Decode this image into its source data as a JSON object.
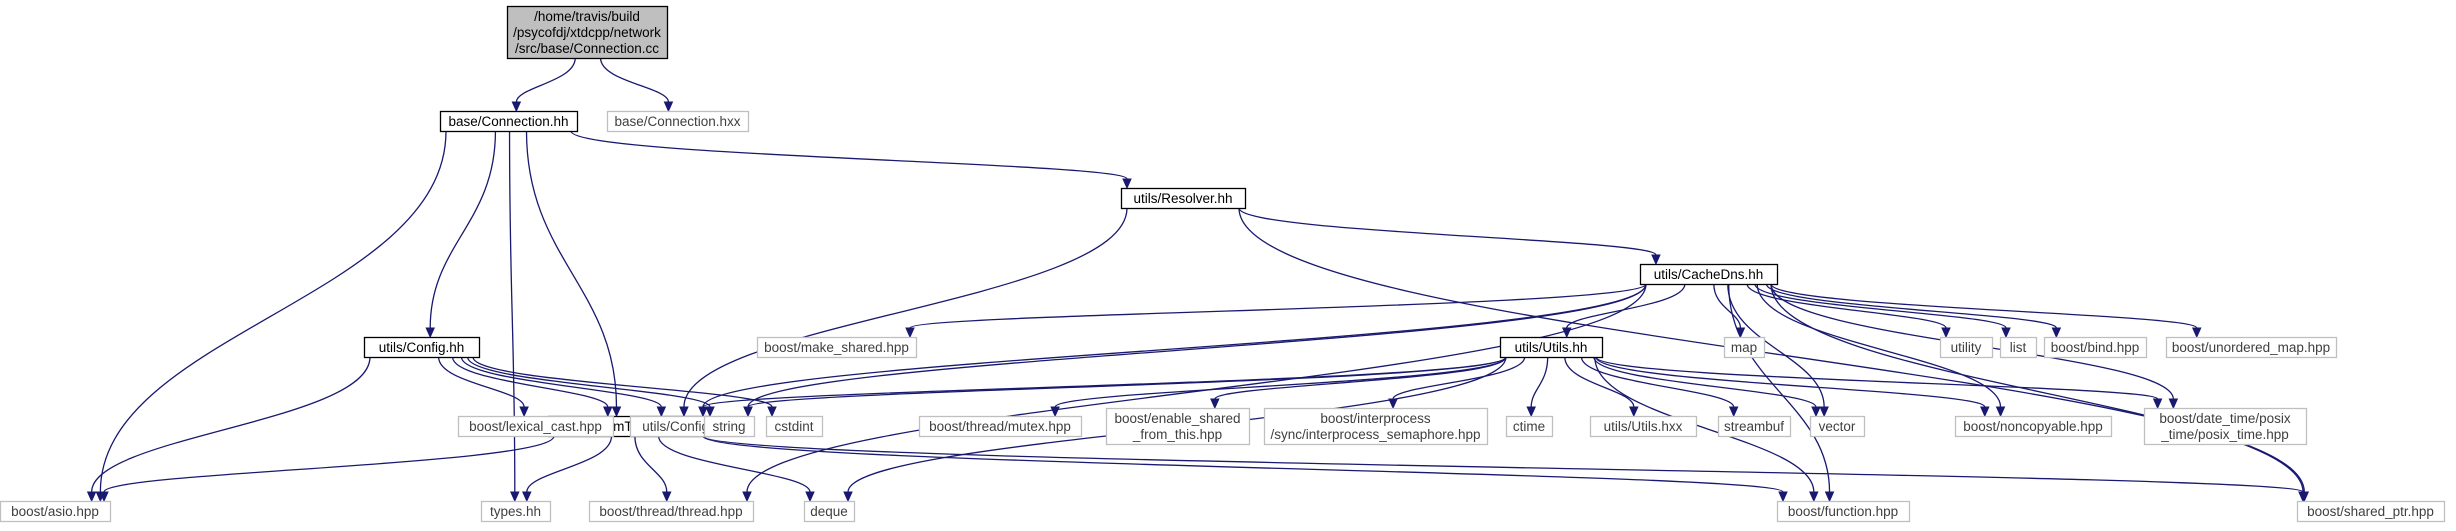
{
  "colors": {
    "edge": "#191970",
    "root_fill": "#bfbfbf",
    "external_border": "#bfbfbf",
    "documented_border": "#000000"
  },
  "nodes": [
    {
      "id": "root",
      "lines": [
        "/home/travis/build",
        "/psycofdj/xtdcpp/network",
        "/src/base/Connection.cc"
      ],
      "kind": "root"
    },
    {
      "id": "conn_hh",
      "lines": [
        "base/Connection.hh"
      ],
      "kind": "documented"
    },
    {
      "id": "conn_hxx",
      "lines": [
        "base/Connection.hxx"
      ],
      "kind": "external"
    },
    {
      "id": "resolver",
      "lines": [
        "utils/Resolver.hh"
      ],
      "kind": "documented"
    },
    {
      "id": "cachedns",
      "lines": [
        "utils/CacheDns.hh"
      ],
      "kind": "documented"
    },
    {
      "id": "config",
      "lines": [
        "utils/Config.hh"
      ],
      "kind": "documented"
    },
    {
      "id": "utils",
      "lines": [
        "utils/Utils.hh"
      ],
      "kind": "documented"
    },
    {
      "id": "commtype",
      "lines": [
        "utils/CommTypeDefs.hh"
      ],
      "kind": "documented"
    },
    {
      "id": "make_shared",
      "lines": [
        "boost/make_shared.hpp"
      ],
      "kind": "external"
    },
    {
      "id": "map",
      "lines": [
        "map"
      ],
      "kind": "external"
    },
    {
      "id": "utility",
      "lines": [
        "utility"
      ],
      "kind": "external"
    },
    {
      "id": "list",
      "lines": [
        "list"
      ],
      "kind": "external"
    },
    {
      "id": "bind",
      "lines": [
        "boost/bind.hpp"
      ],
      "kind": "external"
    },
    {
      "id": "unordered_map",
      "lines": [
        "boost/unordered_map.hpp"
      ],
      "kind": "external"
    },
    {
      "id": "lexical_cast",
      "lines": [
        "boost/lexical_cast.hpp"
      ],
      "kind": "external"
    },
    {
      "id": "config_hxx",
      "lines": [
        "utils/Config.hxx"
      ],
      "kind": "external"
    },
    {
      "id": "cstdint",
      "lines": [
        "cstdint"
      ],
      "kind": "external"
    },
    {
      "id": "string",
      "lines": [
        "string"
      ],
      "kind": "external"
    },
    {
      "id": "mutex",
      "lines": [
        "boost/thread/mutex.hpp"
      ],
      "kind": "external"
    },
    {
      "id": "enable_shared",
      "lines": [
        "boost/enable_shared",
        "_from_this.hpp"
      ],
      "kind": "external"
    },
    {
      "id": "interprocess",
      "lines": [
        "boost/interprocess",
        "/sync/interprocess_semaphore.hpp"
      ],
      "kind": "external"
    },
    {
      "id": "ctime",
      "lines": [
        "ctime"
      ],
      "kind": "external"
    },
    {
      "id": "utils_hxx",
      "lines": [
        "utils/Utils.hxx"
      ],
      "kind": "external"
    },
    {
      "id": "streambuf",
      "lines": [
        "streambuf"
      ],
      "kind": "external"
    },
    {
      "id": "vector",
      "lines": [
        "vector"
      ],
      "kind": "external"
    },
    {
      "id": "noncopyable",
      "lines": [
        "boost/noncopyable.hpp"
      ],
      "kind": "external"
    },
    {
      "id": "posix_time",
      "lines": [
        "boost/date_time/posix",
        "_time/posix_time.hpp"
      ],
      "kind": "external"
    },
    {
      "id": "asio",
      "lines": [
        "boost/asio.hpp"
      ],
      "kind": "external"
    },
    {
      "id": "types",
      "lines": [
        "types.hh"
      ],
      "kind": "external"
    },
    {
      "id": "thread",
      "lines": [
        "boost/thread/thread.hpp"
      ],
      "kind": "external"
    },
    {
      "id": "deque",
      "lines": [
        "deque"
      ],
      "kind": "external"
    },
    {
      "id": "function",
      "lines": [
        "boost/function.hpp"
      ],
      "kind": "external"
    },
    {
      "id": "shared_ptr",
      "lines": [
        "boost/shared_ptr.hpp"
      ],
      "kind": "external"
    }
  ],
  "edges": [
    {
      "from": "root",
      "to": "conn_hh"
    },
    {
      "from": "root",
      "to": "conn_hxx"
    },
    {
      "from": "conn_hh",
      "to": "asio"
    },
    {
      "from": "conn_hh",
      "to": "config"
    },
    {
      "from": "conn_hh",
      "to": "types"
    },
    {
      "from": "conn_hh",
      "to": "commtype"
    },
    {
      "from": "conn_hh",
      "to": "resolver"
    },
    {
      "from": "resolver",
      "to": "commtype"
    },
    {
      "from": "resolver",
      "to": "cachedns"
    },
    {
      "from": "resolver",
      "to": "shared_ptr"
    },
    {
      "from": "cachedns",
      "to": "string"
    },
    {
      "from": "cachedns",
      "to": "commtype"
    },
    {
      "from": "cachedns",
      "to": "thread"
    },
    {
      "from": "cachedns",
      "to": "make_shared"
    },
    {
      "from": "cachedns",
      "to": "utils"
    },
    {
      "from": "cachedns",
      "to": "map"
    },
    {
      "from": "cachedns",
      "to": "vector"
    },
    {
      "from": "cachedns",
      "to": "noncopyable"
    },
    {
      "from": "cachedns",
      "to": "utility"
    },
    {
      "from": "cachedns",
      "to": "list"
    },
    {
      "from": "cachedns",
      "to": "bind"
    },
    {
      "from": "cachedns",
      "to": "unordered_map"
    },
    {
      "from": "cachedns",
      "to": "posix_time"
    },
    {
      "from": "cachedns",
      "to": "function"
    },
    {
      "from": "cachedns",
      "to": "shared_ptr"
    },
    {
      "from": "config",
      "to": "asio"
    },
    {
      "from": "config",
      "to": "lexical_cast"
    },
    {
      "from": "config",
      "to": "config_hxx"
    },
    {
      "from": "config",
      "to": "cstdint"
    },
    {
      "from": "config",
      "to": "string"
    },
    {
      "from": "config",
      "to": "commtype"
    },
    {
      "from": "utils",
      "to": "commtype"
    },
    {
      "from": "utils",
      "to": "string"
    },
    {
      "from": "utils",
      "to": "mutex"
    },
    {
      "from": "utils",
      "to": "enable_shared"
    },
    {
      "from": "utils",
      "to": "interprocess"
    },
    {
      "from": "utils",
      "to": "ctime"
    },
    {
      "from": "utils",
      "to": "utils_hxx"
    },
    {
      "from": "utils",
      "to": "streambuf"
    },
    {
      "from": "utils",
      "to": "vector"
    },
    {
      "from": "utils",
      "to": "noncopyable"
    },
    {
      "from": "utils",
      "to": "posix_time"
    },
    {
      "from": "utils",
      "to": "deque"
    },
    {
      "from": "utils",
      "to": "function"
    },
    {
      "from": "commtype",
      "to": "asio"
    },
    {
      "from": "commtype",
      "to": "types"
    },
    {
      "from": "commtype",
      "to": "thread"
    },
    {
      "from": "commtype",
      "to": "deque"
    },
    {
      "from": "commtype",
      "to": "function"
    },
    {
      "from": "commtype",
      "to": "shared_ptr"
    }
  ]
}
